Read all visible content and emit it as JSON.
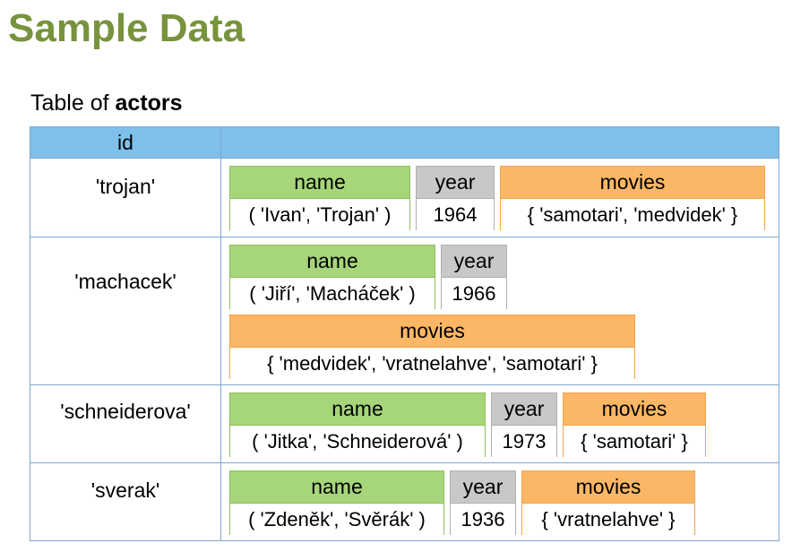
{
  "title": "Sample Data",
  "subtitle": {
    "prefix": "Table of ",
    "bold": "actors"
  },
  "table": {
    "header_key": "id",
    "rows": [
      {
        "key": "'trojan'",
        "name": "( 'Ivan', 'Trojan' )",
        "year": "1964",
        "movies": "{ 'samotari', 'medvidek' }"
      },
      {
        "key": "'machacek'",
        "name": "( 'Jiří', 'Macháček' )",
        "year": "1966",
        "movies": "{ 'medvidek', 'vratnelahve', 'samotari' }"
      },
      {
        "key": "'schneiderova'",
        "name": "( 'Jitka', 'Schneiderová' )",
        "year": "1973",
        "movies": "{ 'samotari' }"
      },
      {
        "key": "'sverak'",
        "name": "( 'Zdeněk', 'Svěrák' )",
        "year": "1936",
        "movies": "{ 'vratnelahve' }"
      }
    ],
    "labels": {
      "name": "name",
      "year": "year",
      "movies": "movies"
    }
  }
}
